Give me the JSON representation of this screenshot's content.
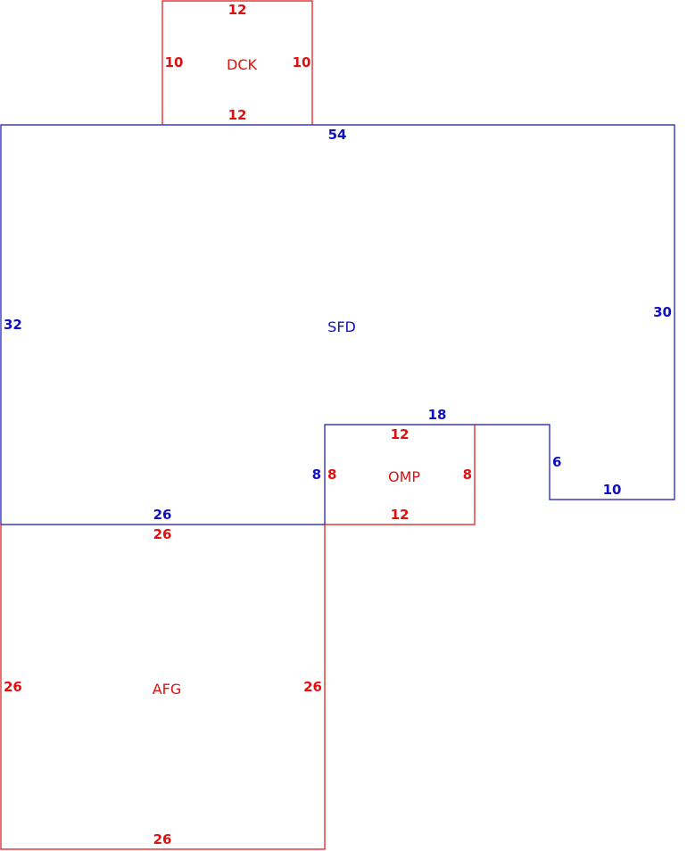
{
  "colors": {
    "main": "#1010c0",
    "addition": "#e01010"
  },
  "areas": {
    "dck": {
      "name": "DCK",
      "top": "12",
      "left": "10",
      "right": "10",
      "bottom": "12"
    },
    "sfd": {
      "name": "SFD",
      "top": "54",
      "left": "32",
      "right": "30",
      "notch_top": "18",
      "notch_left": "8",
      "notch_right": "6",
      "bottom_right": "10",
      "bottom_left": "26"
    },
    "omp": {
      "name": "OMP",
      "top": "12",
      "left": "8",
      "right": "8",
      "bottom": "12"
    },
    "afg": {
      "name": "AFG",
      "top": "26",
      "left": "26",
      "right": "26",
      "bottom": "26"
    }
  }
}
